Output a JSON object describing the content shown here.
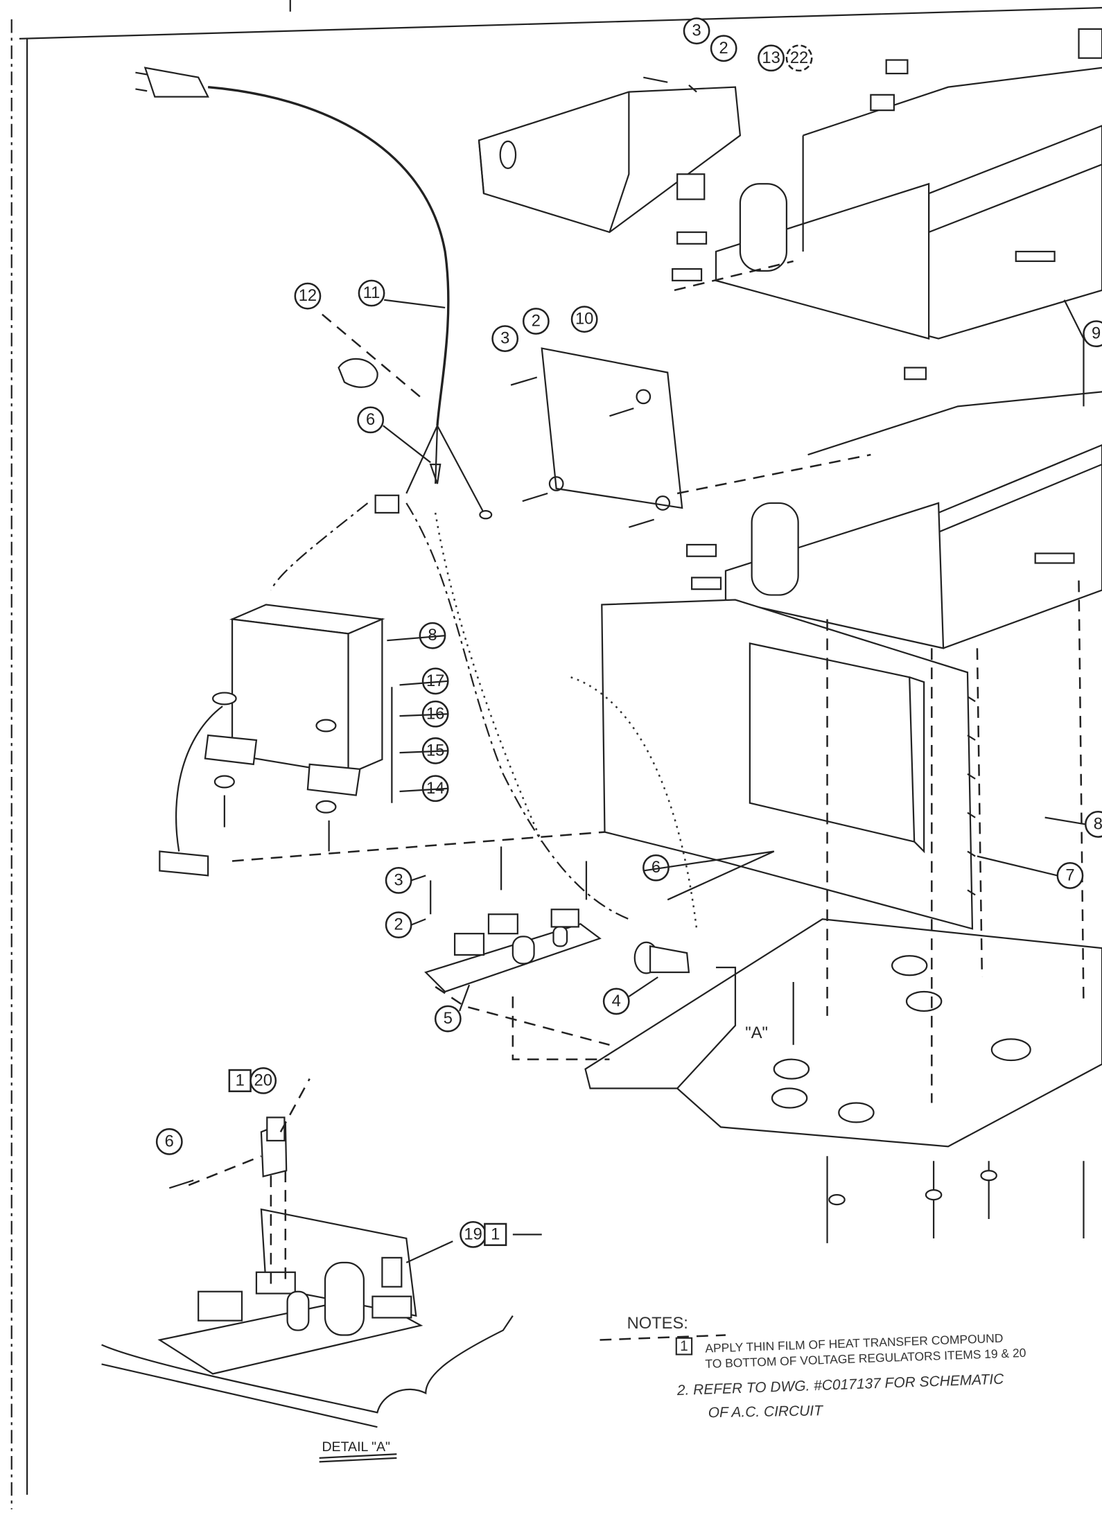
{
  "callouts": {
    "top_screw": "3",
    "top_washer": "2",
    "top_nut": "13",
    "top_alt": "22",
    "grommet": "12",
    "power_cord": "11",
    "cord_screw": "6",
    "board_screw": "3",
    "board_washer": "2",
    "bracket_board": "10",
    "disk_drive": "9",
    "transformer": "8",
    "t_washer_a": "17",
    "t_washer_b": "16",
    "t_washer_c": "15",
    "t_screw": "14",
    "reg_screw": "3",
    "reg_washer": "2",
    "regulator_board": "5",
    "fuse_holder": "4",
    "pcb_screw": "6",
    "main_pcb": "7",
    "harness": "8",
    "detail_note_box": "1",
    "detail_item": "20",
    "detail_screw": "6",
    "detail_regulator": "19",
    "detail_regulator_note": "1",
    "view_marker": "\"A\""
  },
  "notes": {
    "heading": "NOTES:",
    "note1_number": "1",
    "note1_line1": "APPLY THIN FILM OF HEAT TRANSFER COMPOUND",
    "note1_line2": "TO BOTTOM OF VOLTAGE REGULATORS ITEMS 19 & 20",
    "note2_line1": "2. REFER TO DWG. #C017137 FOR SCHEMATIC",
    "note2_line2": "OF A.C. CIRCUIT"
  },
  "detail_label": "DETAIL \"A\""
}
